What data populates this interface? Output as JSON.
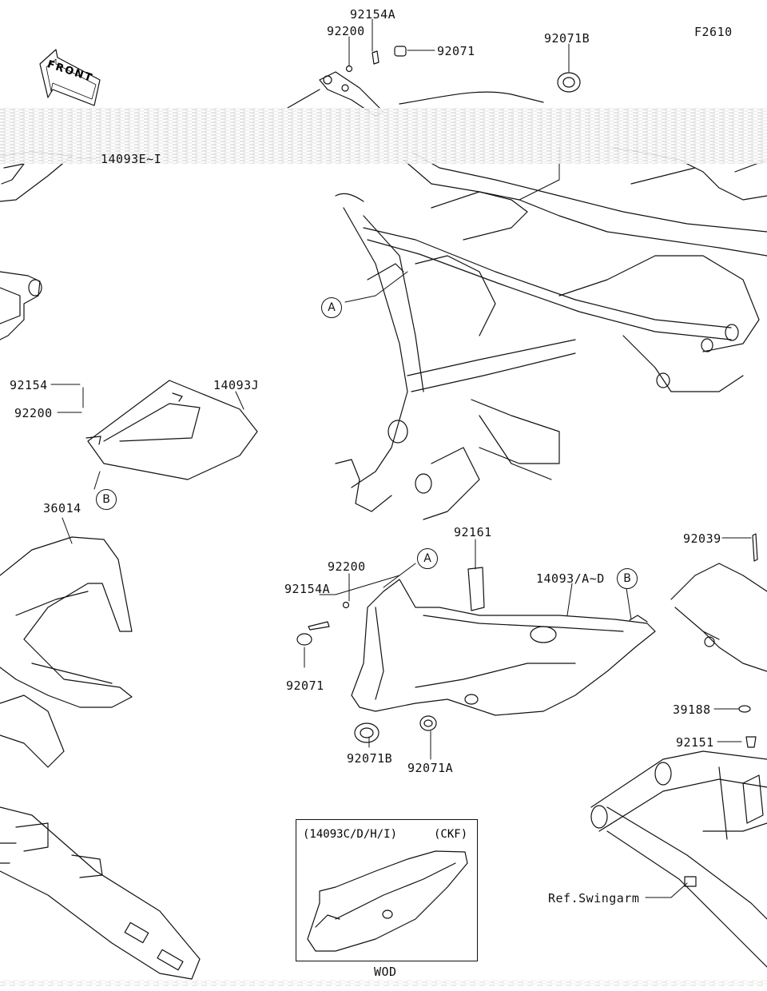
{
  "figure_id": "F2610",
  "front_label": "FRONT",
  "parts": [
    {
      "id": "p1",
      "label": "92154A"
    },
    {
      "id": "p2",
      "label": "92200"
    },
    {
      "id": "p3",
      "label": "92071"
    },
    {
      "id": "p4",
      "label": "92071B"
    },
    {
      "id": "p5",
      "label": "14093E~I"
    },
    {
      "id": "p6",
      "label": "92154"
    },
    {
      "id": "p7",
      "label": "14093J"
    },
    {
      "id": "p8",
      "label": "92200"
    },
    {
      "id": "p9",
      "label": "36014"
    },
    {
      "id": "p10",
      "label": "92161"
    },
    {
      "id": "p11",
      "label": "92200"
    },
    {
      "id": "p12",
      "label": "14093/A~D"
    },
    {
      "id": "p13",
      "label": "92154A"
    },
    {
      "id": "p14",
      "label": "92071"
    },
    {
      "id": "p15",
      "label": "92071B"
    },
    {
      "id": "p16",
      "label": "92071A"
    },
    {
      "id": "p17",
      "label": "92039"
    },
    {
      "id": "p18",
      "label": "39188"
    },
    {
      "id": "p19",
      "label": "92151"
    },
    {
      "id": "p20",
      "label": "Ref.Swingarm"
    }
  ],
  "callouts": [
    {
      "id": "c1",
      "letter": "A"
    },
    {
      "id": "c2",
      "letter": "B"
    },
    {
      "id": "c3",
      "letter": "A"
    },
    {
      "id": "c4",
      "letter": "B"
    }
  ],
  "inset": {
    "title": "(14093C/D/H/I)",
    "market": "(CKF)",
    "footer": "WOD"
  }
}
